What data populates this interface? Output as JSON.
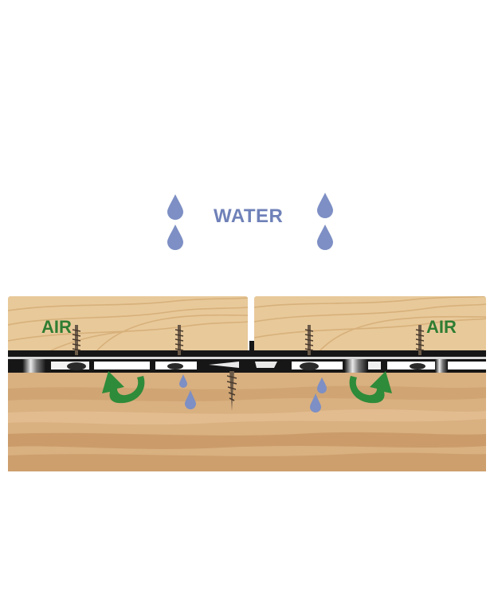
{
  "labels": {
    "water": "WATER",
    "air_left": "AIR",
    "air_right": "AIR"
  },
  "colors": {
    "water_text": "#6f81b8",
    "water_drop": "#7d8fc4",
    "air_text": "#2f7d32",
    "air_arrow": "#2e8b3a",
    "board_wood": "#e8c99a",
    "board_grain": "#d7b07a",
    "joist_wood": "#d9b080",
    "joist_dark": "#c49460",
    "clip_black": "#161616",
    "screw": "#6b5a48"
  },
  "icons": {
    "drop": "water-drop-icon",
    "arrow": "curved-arrow-icon",
    "screw": "screw-icon"
  }
}
